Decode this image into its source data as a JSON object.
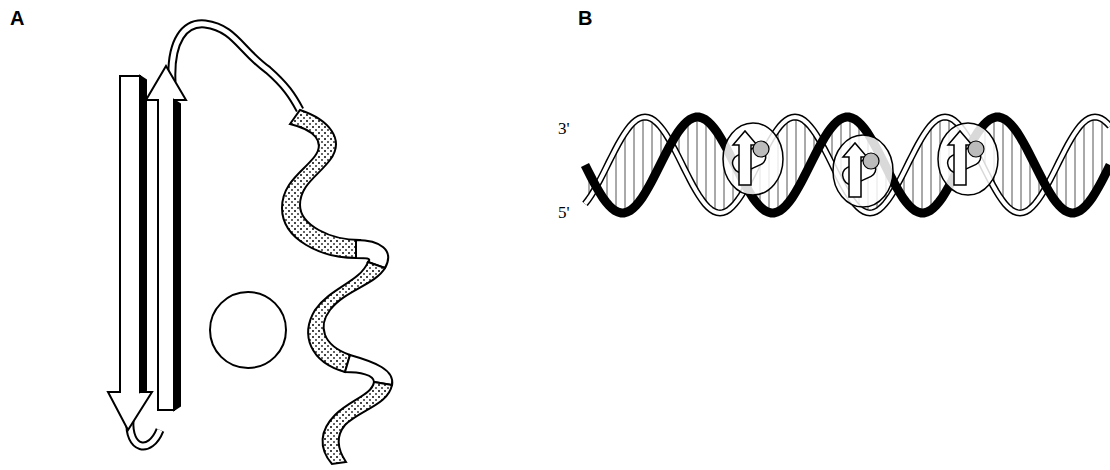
{
  "diagram": {
    "labels": [
      "A",
      "B",
      "3'",
      "5'"
    ]
  }
}
